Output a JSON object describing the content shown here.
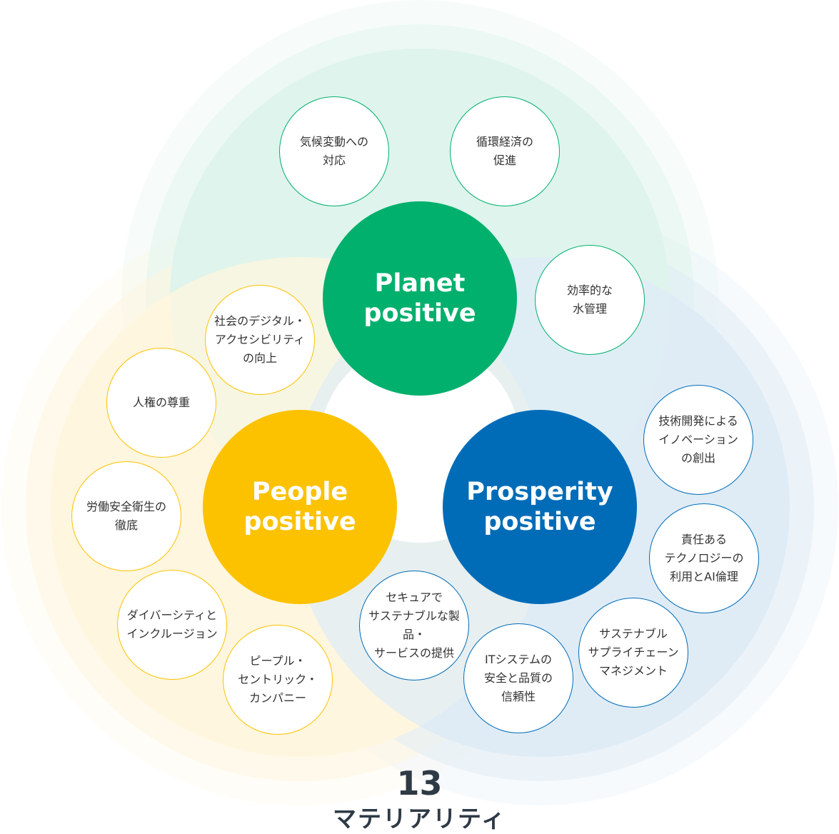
{
  "colors": {
    "planet": "#00b06c",
    "people": "#fcc200",
    "prosperity": "#006cb8",
    "planet_bg": "#dff4ec",
    "people_bg": "#fff6df",
    "prosperity_bg": "#dfecf6"
  },
  "pillars": [
    {
      "id": "planet",
      "label": "Planet\npositive"
    },
    {
      "id": "people",
      "label": "People\npositive"
    },
    {
      "id": "prosperity",
      "label": "Prosperity\npositive"
    }
  ],
  "materialities": [
    {
      "pillar": "planet",
      "label": "気候変動への\n対応"
    },
    {
      "pillar": "planet",
      "label": "循環経済の\n促進"
    },
    {
      "pillar": "planet",
      "label": "効率的な\n水管理"
    },
    {
      "pillar": "people",
      "label": "社会のデジタル・\nアクセシビリティ\nの向上"
    },
    {
      "pillar": "people",
      "label": "人権の尊重"
    },
    {
      "pillar": "people",
      "label": "労働安全衛生の\n徹底"
    },
    {
      "pillar": "people",
      "label": "ダイバーシティと\nインクルージョン"
    },
    {
      "pillar": "people",
      "label": "ピープル・\nセントリック・\nカンパニー"
    },
    {
      "pillar": "prosperity",
      "label": "技術開発による\nイノベーション\nの創出"
    },
    {
      "pillar": "prosperity",
      "label": "責任ある\nテクノロジーの\n利用とAI倫理"
    },
    {
      "pillar": "prosperity",
      "label": "サステナブル\nサプライチェーン\nマネジメント"
    },
    {
      "pillar": "prosperity",
      "label": "ITシステムの\n安全と品質の\n信頼性"
    },
    {
      "pillar": "prosperity",
      "label": "セキュアで\nサステナブルな製品・\nサービスの提供"
    }
  ],
  "title": {
    "count": "13",
    "label": "マテリアリティ"
  }
}
